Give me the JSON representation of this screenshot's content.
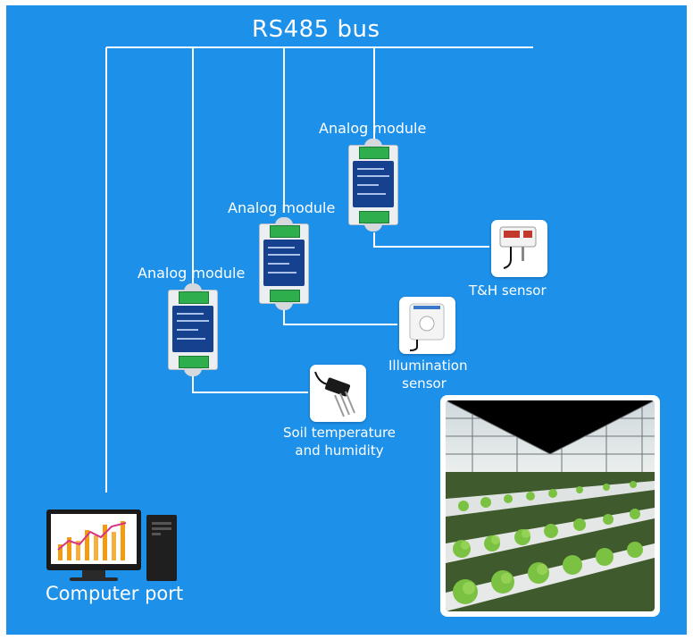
{
  "diagram": {
    "title": "RS485 bus",
    "modules": [
      {
        "label": "Analog module"
      },
      {
        "label": "Analog module"
      },
      {
        "label": "Analog module"
      }
    ],
    "sensors": [
      {
        "label": "T&H sensor"
      },
      {
        "label_line1": "Illumination",
        "label_line2": "sensor"
      },
      {
        "label_line1": "Soil temperature",
        "label_line2": "and humidity"
      }
    ],
    "computer": {
      "label": "Computer port"
    },
    "colors": {
      "background": "#1d90ea",
      "wire": "#ffffff",
      "terminal": "#2fae4d",
      "module_face": "#16418f"
    },
    "icons": [
      "computer-icon",
      "analog-module-icon",
      "th-sensor-icon",
      "illumination-sensor-icon",
      "soil-probe-icon",
      "greenhouse-photo"
    ]
  }
}
